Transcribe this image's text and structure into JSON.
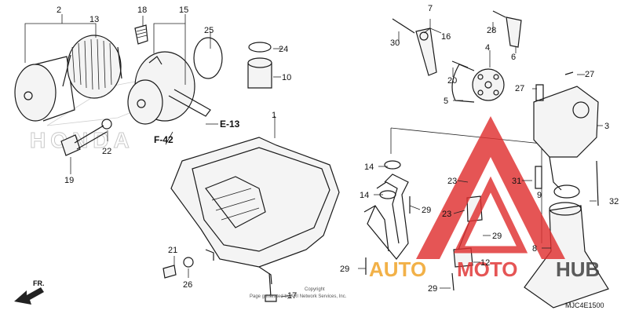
{
  "diagram": {
    "part_numbers": {
      "p1": "1",
      "p2": "2",
      "p3": "3",
      "p4": "4",
      "p5": "5",
      "p6": "6",
      "p7": "7",
      "p8": "8",
      "p9": "9",
      "p10": "10",
      "p12": "12",
      "p13": "13",
      "p14a": "14",
      "p14b": "14",
      "p15": "15",
      "p16": "16",
      "p17": "17",
      "p18": "18",
      "p19": "19",
      "p20": "20",
      "p21": "21",
      "p22": "22",
      "p23a": "23",
      "p23b": "23",
      "p24": "24",
      "p25": "25",
      "p26": "26",
      "p27a": "27",
      "p27b": "27",
      "p28": "28",
      "p29a": "29",
      "p29b": "29",
      "p29c": "29",
      "p29d": "29",
      "p30": "30",
      "p31": "31",
      "p32": "32"
    },
    "refs": {
      "e13": "E-13",
      "f42": "F-42"
    },
    "fr_label": "FR.",
    "diagram_code": "MJC4E1500",
    "copyright": "Copyright",
    "copyright_line2": "Page generated by ARI Network Services, Inc.",
    "brand_watermark": "HONDA",
    "watermark": {
      "auto": "AUTO",
      "moto": "MOTO",
      "hub": "HUB"
    },
    "colors": {
      "watermark_red": "#e03030",
      "watermark_orange": "#f0a020",
      "watermark_dark": "#3a3a3a"
    }
  }
}
